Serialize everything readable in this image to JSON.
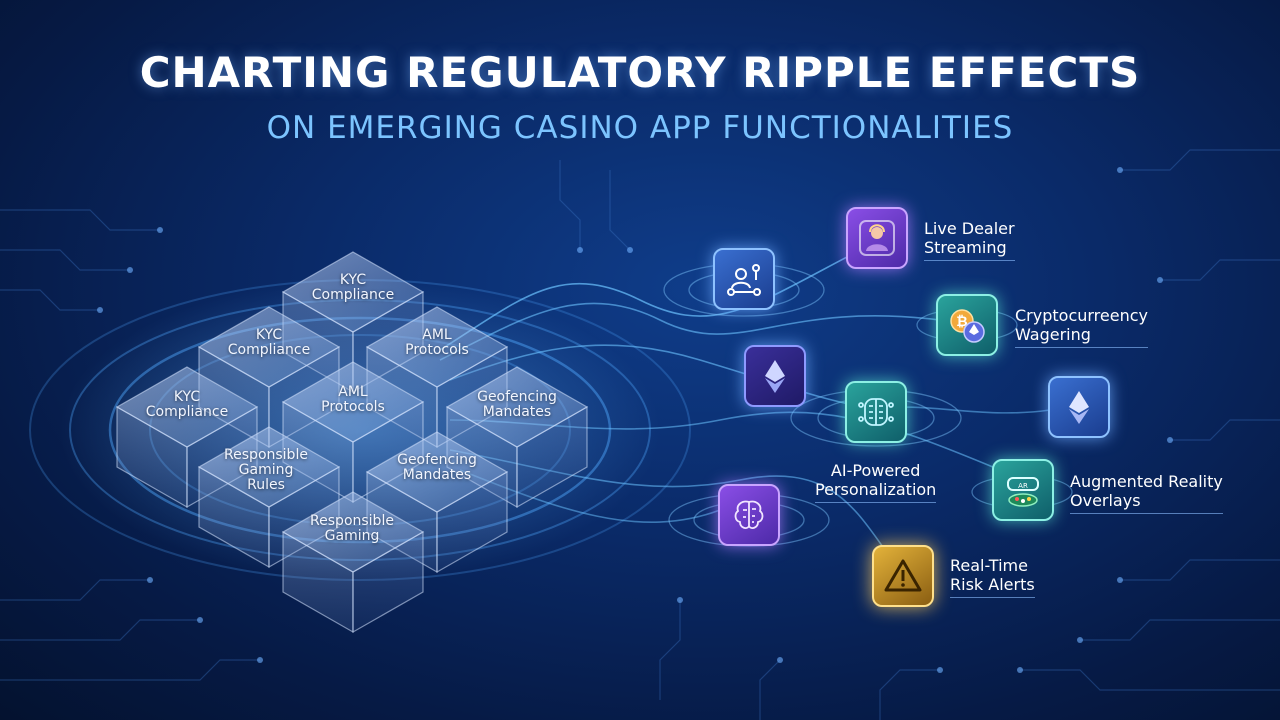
{
  "title": "CHARTING REGULATORY RIPPLE EFFECTS",
  "subtitle": "ON EMERGING CASINO APP FUNCTIONALITIES",
  "cubes": [
    {
      "line1": "KYC",
      "line2": "Compliance",
      "line3": ""
    },
    {
      "line1": "KYC",
      "line2": "Compliance",
      "line3": ""
    },
    {
      "line1": "AML",
      "line2": "Protocols",
      "line3": ""
    },
    {
      "line1": "KYC",
      "line2": "Compliance",
      "line3": ""
    },
    {
      "line1": "AML",
      "line2": "Protocols",
      "line3": ""
    },
    {
      "line1": "Geofencing",
      "line2": "Mandates",
      "line3": ""
    },
    {
      "line1": "Responsible",
      "line2": "Gaming",
      "line3": "Rules"
    },
    {
      "line1": "Geofencing",
      "line2": "Mandates",
      "line3": ""
    },
    {
      "line1": "Responsible",
      "line2": "Gaming",
      "line3": ""
    }
  ],
  "features": {
    "live_dealer": {
      "line1": "Live Dealer",
      "line2": "Streaming",
      "icon": "live-dealer-icon"
    },
    "crypto": {
      "line1": "Cryptocurreency",
      "line2": "Wagering",
      "icon": "crypto-coins-icon"
    },
    "ai": {
      "line1": "AI-Powered",
      "line2": "Personalization",
      "icon": "ai-circuit-icon"
    },
    "ar": {
      "line1": "Augmented Reality",
      "line2": "Overlays",
      "icon": "ar-headset-icon"
    },
    "risk": {
      "line1": "Real-Time",
      "line2": "Risk Alerts",
      "icon": "warning-icon"
    }
  },
  "extra_icons": [
    "user-network-icon",
    "ethereum-icon",
    "ethereum-icon",
    "brain-circuit-icon"
  ],
  "colors": {
    "background": "#0a2a68",
    "title": "#ffffff",
    "subtitle": "#7cc4ff",
    "ripple": "#4fa8ff",
    "purple_tile": "#8a4ee6",
    "teal_tile": "#2aa39c",
    "gold_tile": "#e3b23a",
    "blue_tile": "#3a6fd0"
  }
}
